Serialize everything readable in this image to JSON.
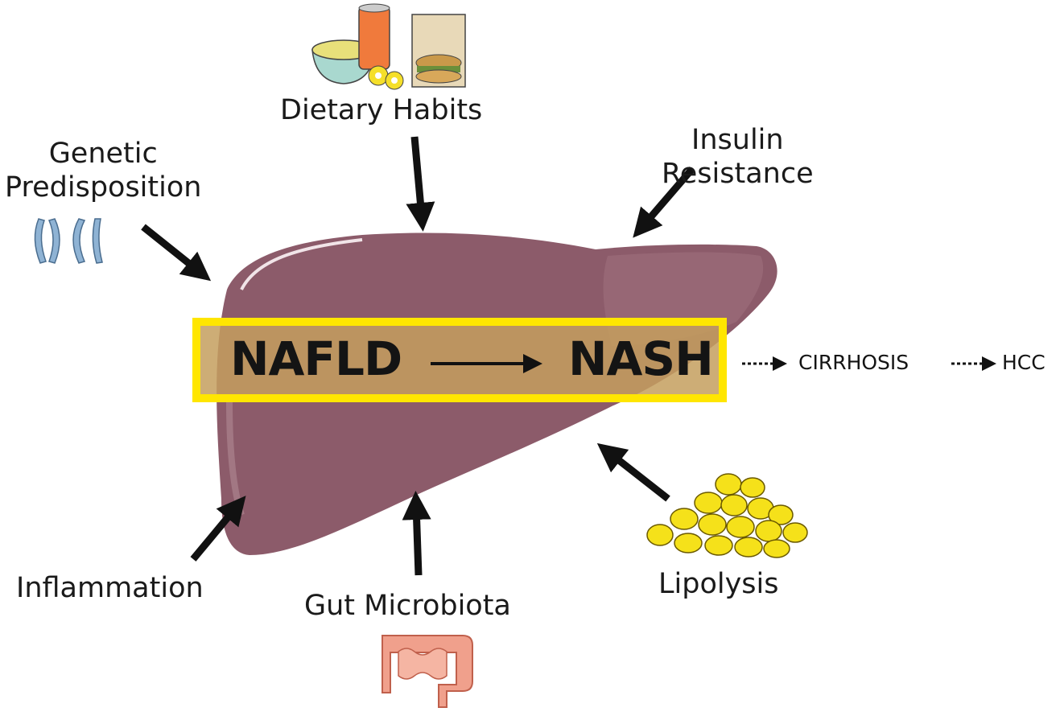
{
  "labels": {
    "dietary": "Dietary Habits",
    "insulin_1": "Insulin",
    "insulin_2": "Resistance",
    "genetic_1": "Genetic",
    "genetic_2": "Predisposition",
    "inflammation": "Inflammation",
    "gut": "Gut Microbiota",
    "lipolysis": "Lipolysis"
  },
  "progression": {
    "stage1": "NAFLD",
    "stage2": "NASH",
    "stage3": "CIRRHOSIS",
    "stage4": "HCC"
  },
  "colors": {
    "liver": "#8c5b6a",
    "highlight_box": "#ffe600",
    "box_fill": "#c49f5e",
    "fat": "#f5e11a",
    "intestine": "#f0a08c"
  }
}
